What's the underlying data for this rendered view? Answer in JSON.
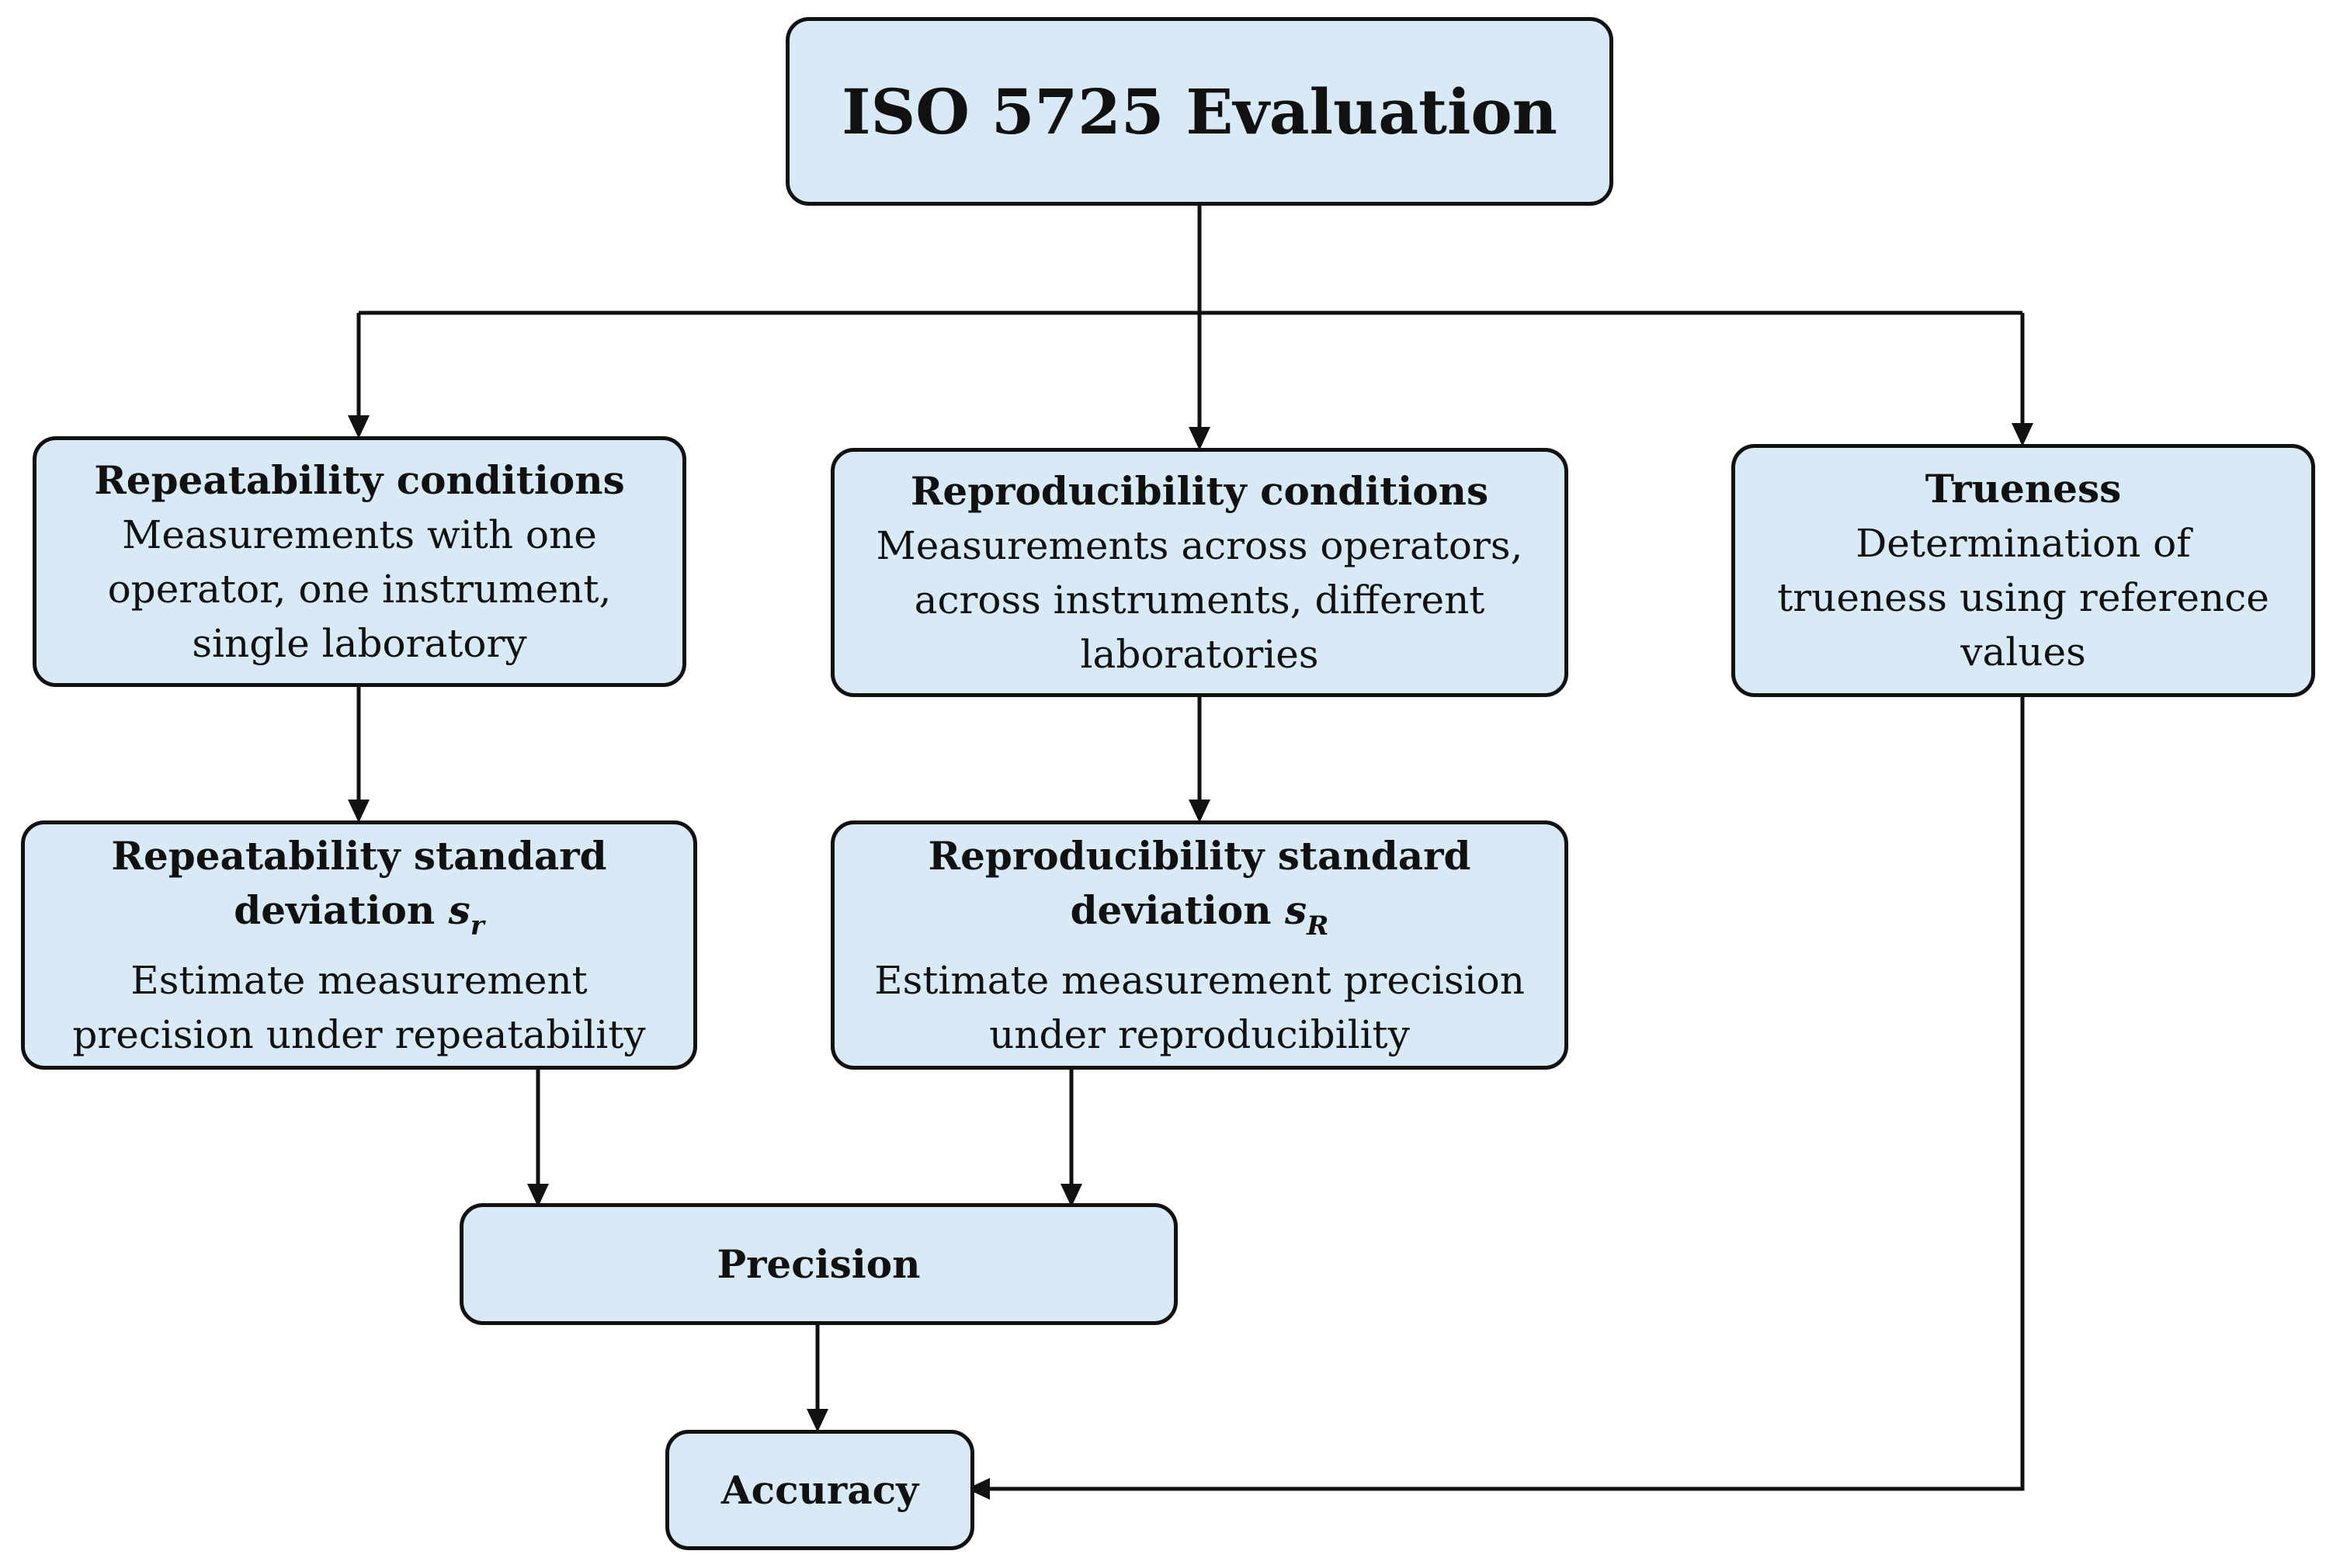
{
  "diagram": {
    "root": {
      "title": "ISO 5725 Evaluation"
    },
    "repeatability_conditions": {
      "title": "Repeatability conditions",
      "description": "Measurements with one operator, one instrument, single laboratory"
    },
    "reproducibility_conditions": {
      "title": "Reproducibility conditions",
      "description": "Measurements across operators, across instruments, different laboratories"
    },
    "trueness": {
      "title": "Trueness",
      "description": "Determination of trueness using reference values"
    },
    "repeatability_sd": {
      "title_line1": "Repeatability standard",
      "title_line2": "deviation",
      "symbol": "s",
      "subscript": "r",
      "description": "Estimate measurement precision under repeatability"
    },
    "reproducibility_sd": {
      "title_line1": "Reproducibility standard",
      "title_line2": "deviation",
      "symbol": "s",
      "subscript": "R",
      "description": "Estimate measurement precision under reproducibility"
    },
    "precision": {
      "title": "Precision"
    },
    "accuracy": {
      "title": "Accuracy"
    }
  }
}
